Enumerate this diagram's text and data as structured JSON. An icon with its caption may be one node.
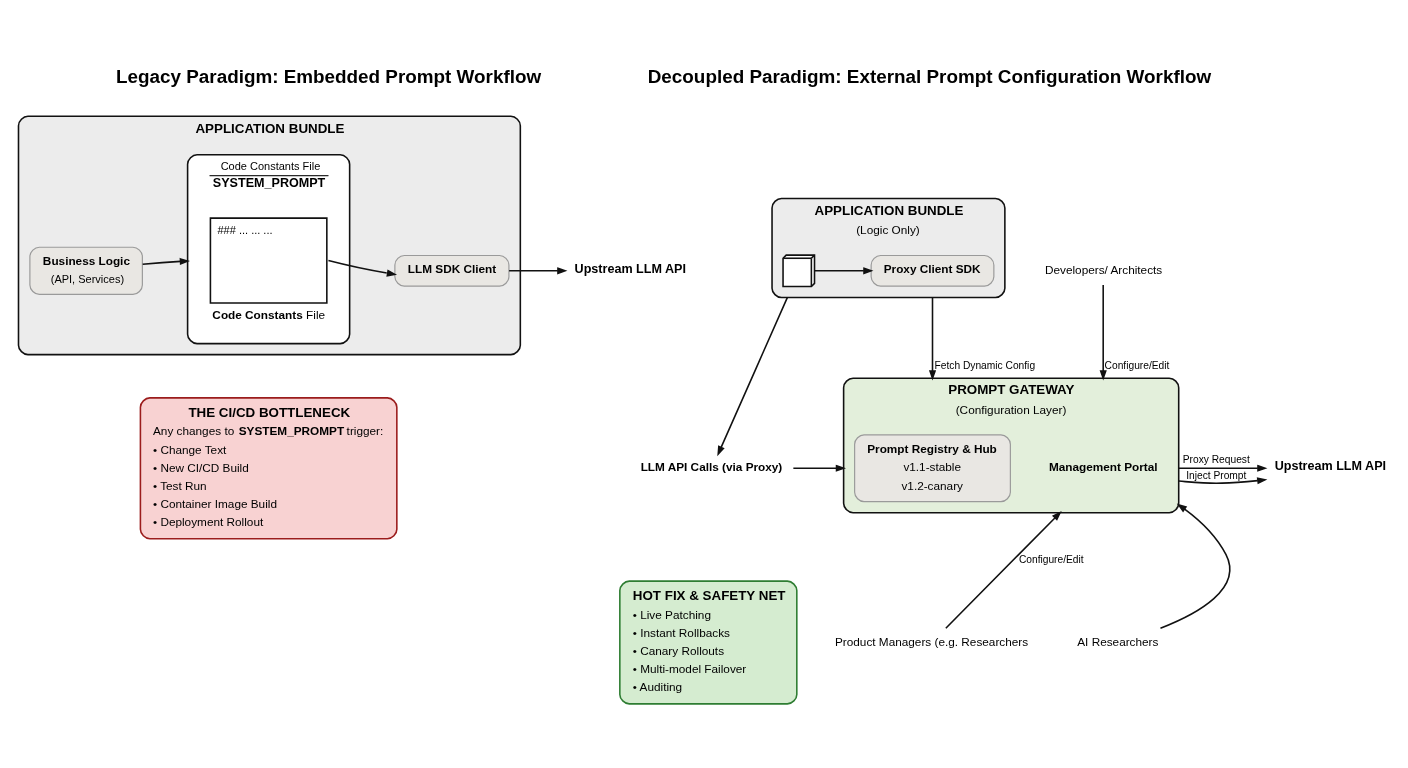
{
  "diagram": {
    "nodes": [
      {
        "text": [
          "APPLICATION BUNDLE"
        ]
      },
      {
        "text": [
          "Business Logic",
          "(API, Services)"
        ],
        "in": 0
      },
      {
        "text": [
          "Code Constants File",
          "SYSTEM_PROMPT"
        ],
        "in": 0
      },
      {
        "text": [
          "### ... ... ..."
        ],
        "beside": [
          "**Code Constants** File"
        ],
        "in": 2
      },
      {
        "text": [
          "LLM SDK Client"
        ],
        "in": 0
      },
      {
        "text": [
          "Upstream LLM API"
        ]
      },
      {
        "text": [
          "THE CI/CD BOTTLENECK",
          "Any changes to **SYSTEM_PROMPT** trigger:",
          "• Change Text",
          "• New CI/CD Build",
          "• Test Run",
          "• Container Image Build",
          "• Deployment Rollout"
        ]
      },
      {
        "text": [
          "APPLICATION BUNDLE",
          "(Logic Only)"
        ]
      },
      {
        "text": [],
        "shape": "picture",
        "in": 7
      },
      {
        "text": [
          "Proxy Client SDK"
        ],
        "in": 7
      },
      {
        "text": [
          "Developers/ Architects"
        ]
      },
      {
        "text": [
          "LLM API Calls (via Proxy)"
        ]
      },
      {
        "text": [
          "PROMPT GATEWAY",
          "(Configuration Layer)"
        ]
      },
      {
        "text": [
          "Prompt Registry & Hub",
          "v1.1-stable",
          "v1.2-canary"
        ],
        "in": 12
      },
      {
        "text": [
          "Management Portal"
        ],
        "in": 12
      },
      {
        "text": [
          "Upstream LLM API"
        ]
      },
      {
        "text": [
          "HOT FIX & SAFETY NET",
          "• Live Patching",
          "• Instant Rollbacks",
          "• Canary Rollouts",
          "• Multi-model Failover",
          "• Auditing"
        ]
      },
      {
        "text": [
          "Product Managers (e.g. Researchers"
        ]
      },
      {
        "text": [
          "AI Researchers"
        ]
      }
    ],
    "edges": [
      {
        "from": 1,
        "to": 2,
        "arrow": "to"
      },
      {
        "from": 3,
        "to": 4,
        "arrow": "to"
      },
      {
        "from": 4,
        "to": 5,
        "arrow": "to"
      },
      {
        "from": 8,
        "to": 9,
        "arrow": "to"
      },
      {
        "from": 7,
        "to": 12,
        "arrow": "to",
        "label": "Fetch Dynamic Config"
      },
      {
        "from": 10,
        "to": 12,
        "arrow": "to",
        "label": "Configure/Edit"
      },
      {
        "from": 7,
        "to": 11,
        "arrow": "to"
      },
      {
        "from": 11,
        "to": 12,
        "arrow": "to"
      },
      {
        "from": 12,
        "to": 15,
        "arrow": "to",
        "label": "Proxy Request"
      },
      {
        "from": 12,
        "to": 15,
        "arrow": "to",
        "label": "Inject Prompt"
      },
      {
        "from": 17,
        "to": 12,
        "arrow": "to",
        "label": "Configure/Edit"
      },
      {
        "from": 18,
        "to": 12,
        "arrow": "to"
      }
    ],
    "labels": [
      "Legacy Paradigm: Embedded Prompt Workflow",
      "Decoupled Paradigm: External Prompt Configuration Workflow"
    ]
  }
}
